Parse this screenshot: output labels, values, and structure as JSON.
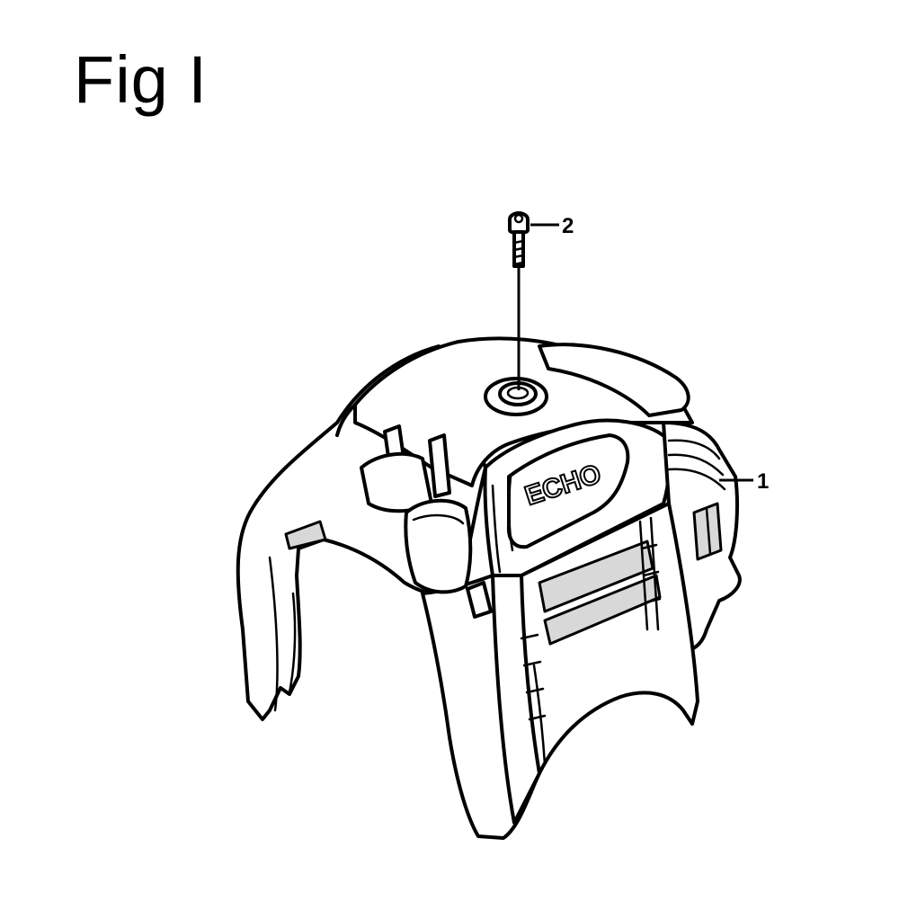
{
  "figure": {
    "title": "Fig I"
  },
  "callouts": [
    {
      "number": "2",
      "part": "screw"
    },
    {
      "number": "1",
      "part": "cylinder-cover"
    }
  ],
  "cover_logo_text": "ECHO"
}
